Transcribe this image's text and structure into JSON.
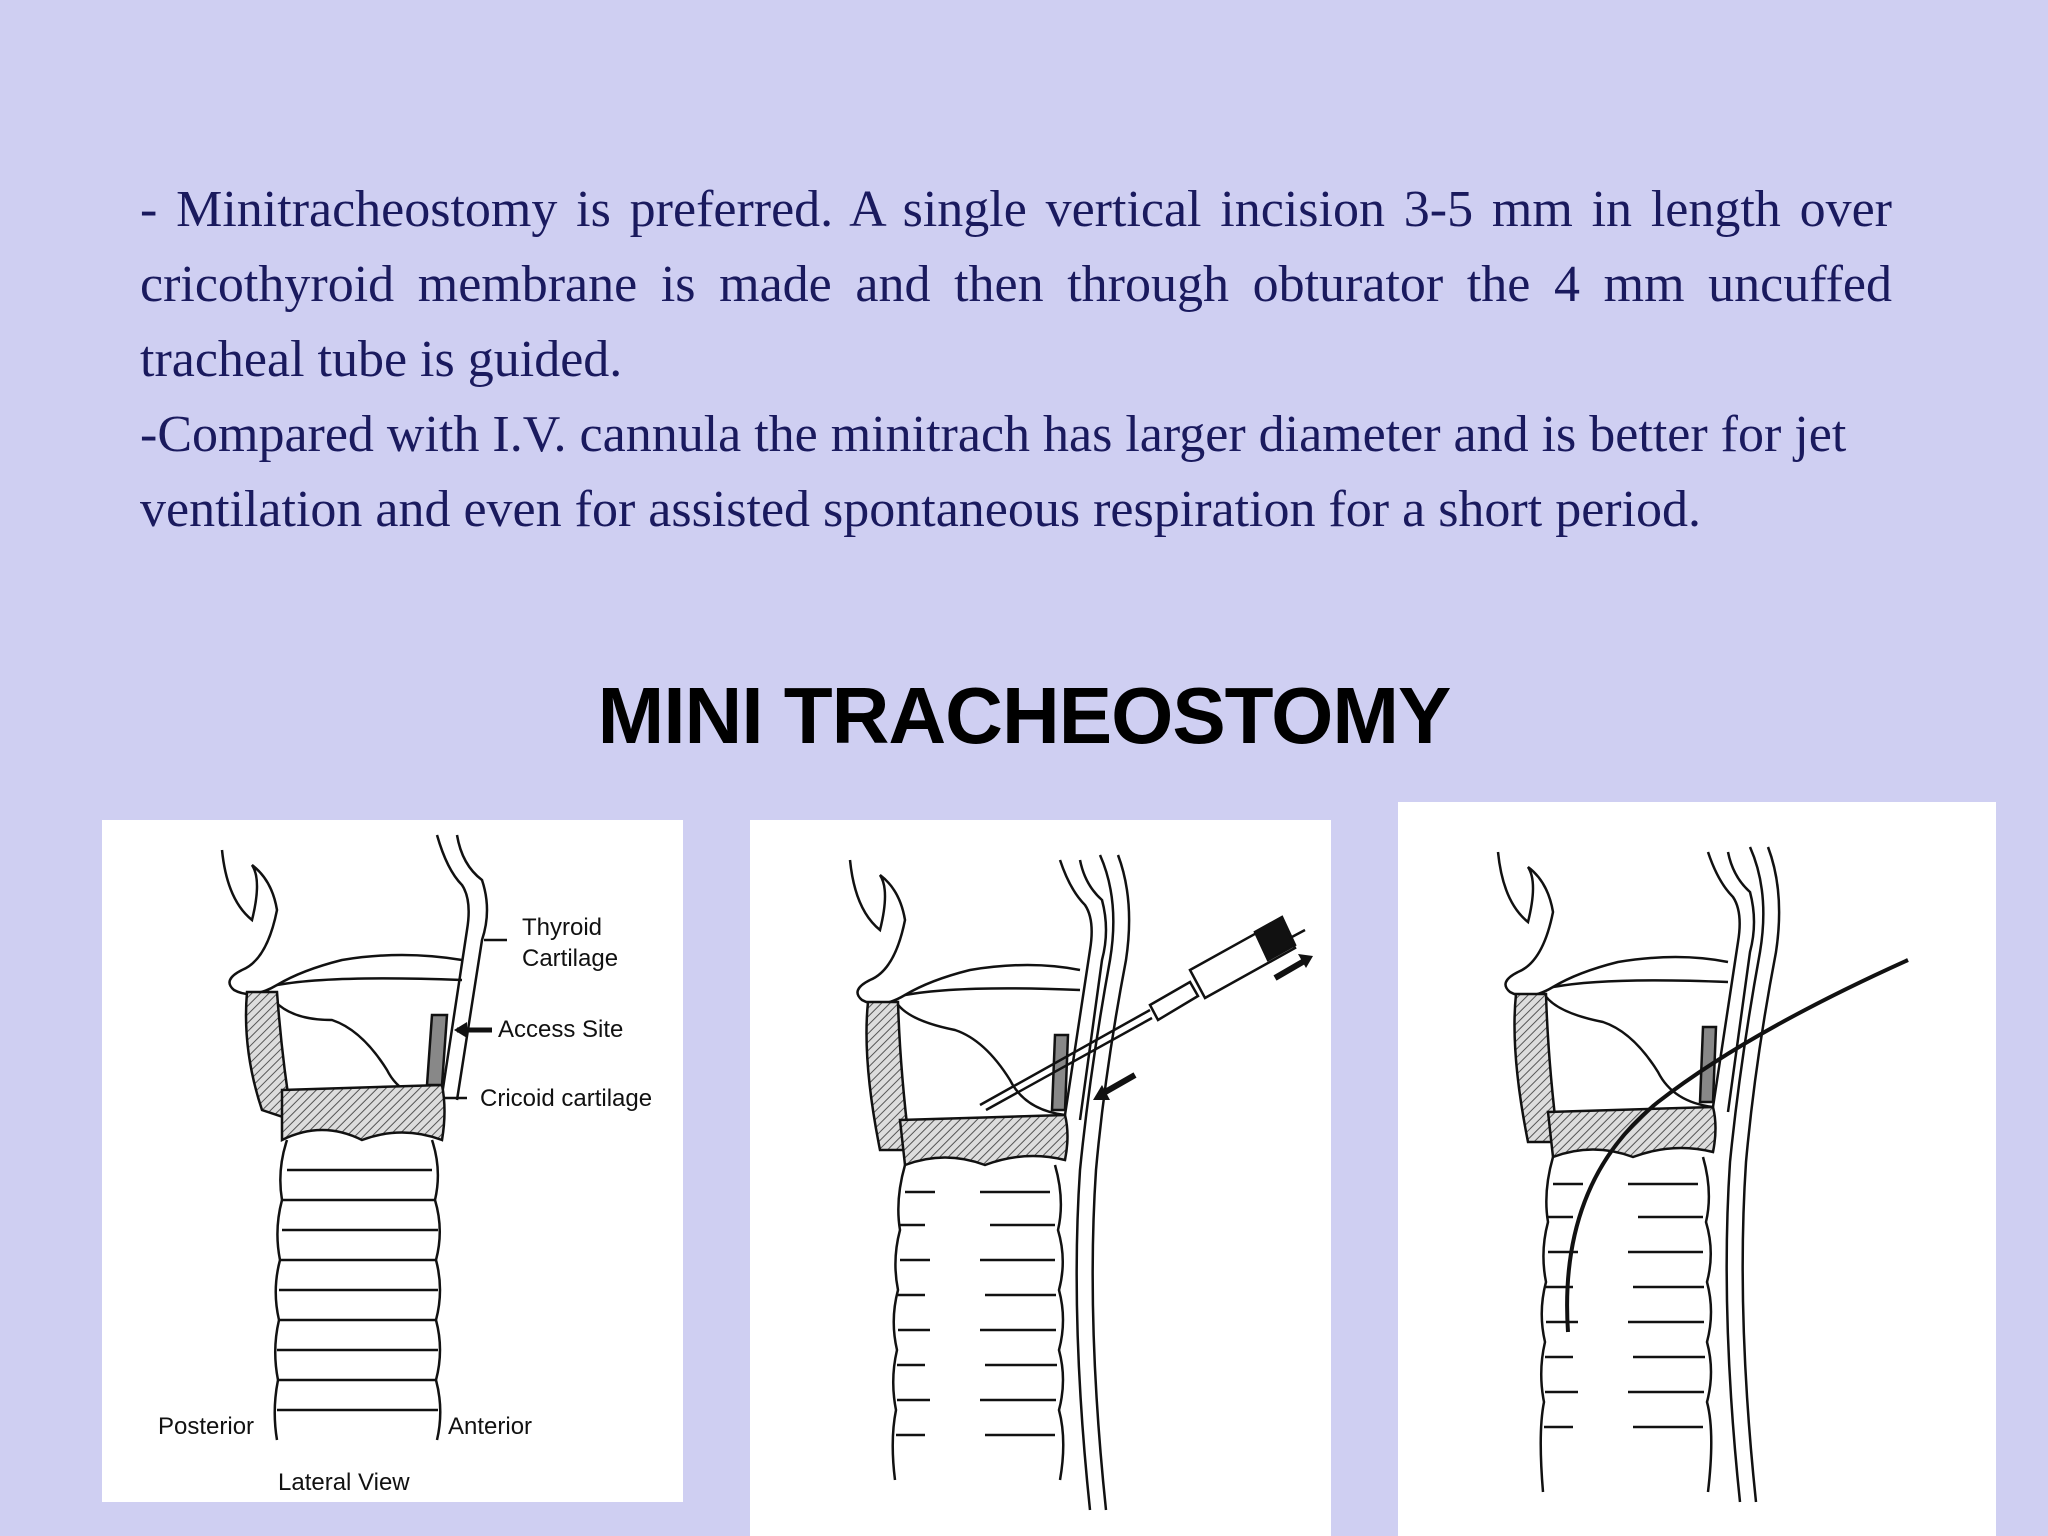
{
  "slide": {
    "paragraph1": "- Minitracheostomy is preferred.  A single vertical incision 3-5 mm in length over cricothyroid membrane is made and then through obturator the 4 mm uncuffed tracheal tube is guided.",
    "paragraph2": "-Compared with I.V. cannula the minitrach has larger diameter and is better for jet ventilation and even for assisted spontaneous respiration for a short period.",
    "title": "MINI TRACHEOSTOMY"
  },
  "figure1": {
    "label_thyroid_line1": "Thyroid",
    "label_thyroid_line2": "Cartilage",
    "label_access": "Access Site",
    "label_cricoid": "Cricoid cartilage",
    "label_posterior": "Posterior",
    "label_anterior": "Anterior",
    "label_view": "Lateral View"
  },
  "colors": {
    "background": "#cfcff2",
    "text": "#1a1a5e",
    "title": "#000000",
    "panel": "#ffffff"
  }
}
